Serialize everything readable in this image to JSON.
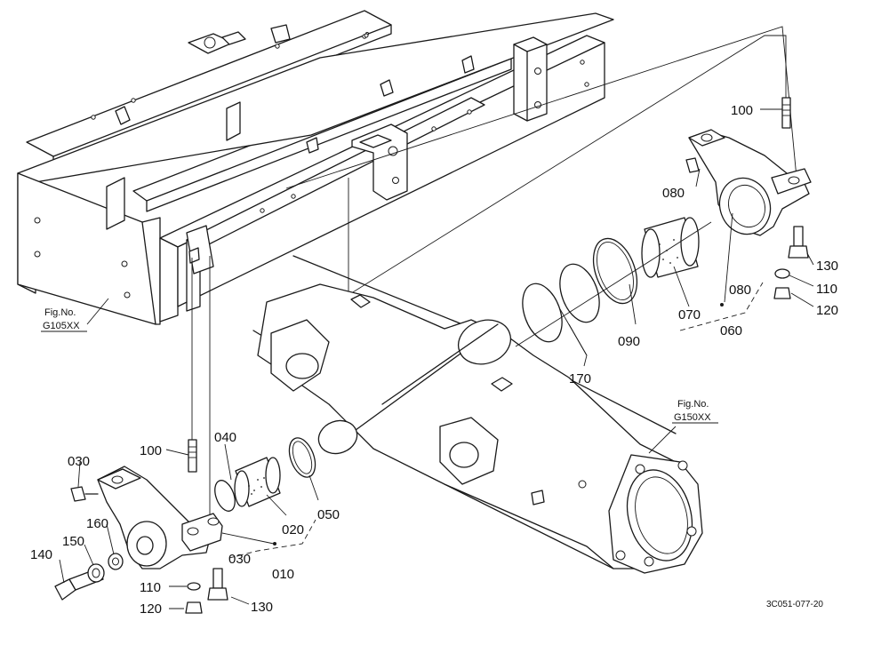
{
  "part_labels": {
    "p010": "010",
    "p020": "020",
    "p030a": "030",
    "p030b": "030",
    "p040": "040",
    "p050": "050",
    "p060": "060",
    "p070": "070",
    "p080a": "080",
    "p080b": "080",
    "p090": "090",
    "p100a": "100",
    "p100b": "100",
    "p110a": "110",
    "p110b": "110",
    "p120a": "120",
    "p120b": "120",
    "p130a": "130",
    "p130b": "130",
    "p140": "140",
    "p150": "150",
    "p160": "160",
    "p170": "170"
  },
  "figure_refs": {
    "frame": {
      "line1": "Fig.No.",
      "line2": "G105XX"
    },
    "axle": {
      "line1": "Fig.No.",
      "line2": "G150XX"
    }
  },
  "drawing_code": "3C051-077-20"
}
